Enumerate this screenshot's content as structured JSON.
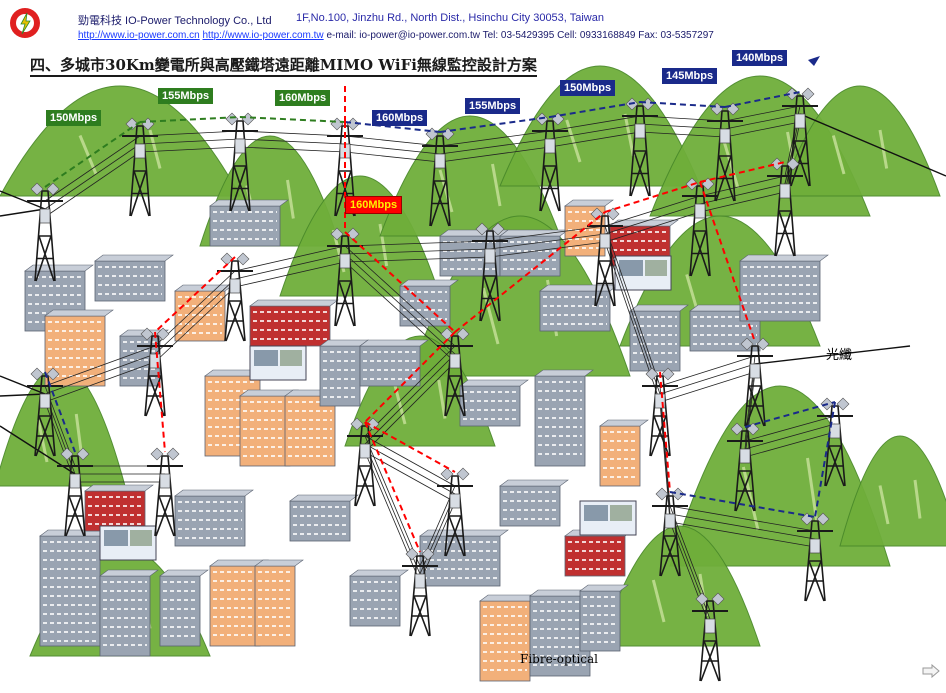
{
  "header": {
    "company": "勁電科技 IO-Power Technology Co., Ltd",
    "address": "1F,No.100, Jinzhu Rd., North Dist., Hsinchu City 30053, Taiwan",
    "url_cn": "http://www.io-power.com.cn",
    "url_tw": "http://www.io-power.com.tw",
    "email": "e-mail: io-power@io-power.com.tw",
    "phones": "Tel: 03-5429395 Cell: 0933168849 Fax: 03-5357297"
  },
  "title": "四、多城市30Km變電所與高壓鐵塔遠距離MIMO WiFi無線監控設計方案",
  "links": [
    {
      "text": "150Mbps",
      "color": "green"
    },
    {
      "text": "155Mbps",
      "color": "green"
    },
    {
      "text": "160Mbps",
      "color": "green"
    },
    {
      "text": "160Mbps",
      "color": "blue"
    },
    {
      "text": "155Mbps",
      "color": "blue"
    },
    {
      "text": "150Mbps",
      "color": "blue"
    },
    {
      "text": "145Mbps",
      "color": "blue"
    },
    {
      "text": "140Mbps",
      "color": "blue"
    },
    {
      "text": "160Mbps",
      "color": "red"
    }
  ],
  "labels": {
    "fiber_cn": "光纖",
    "fiber_en": "Fibre-optical"
  },
  "colors": {
    "green_link": "#2e7d1f",
    "blue_link": "#1a2a8a",
    "red_link": "#ff0000",
    "mountain": "#6fae3a",
    "tower": "#1a1a1a",
    "building_orange": "#f2b07a",
    "building_gray": "#9aa4b2"
  },
  "icons": [
    "logo-icon",
    "next-arrow-icon"
  ]
}
